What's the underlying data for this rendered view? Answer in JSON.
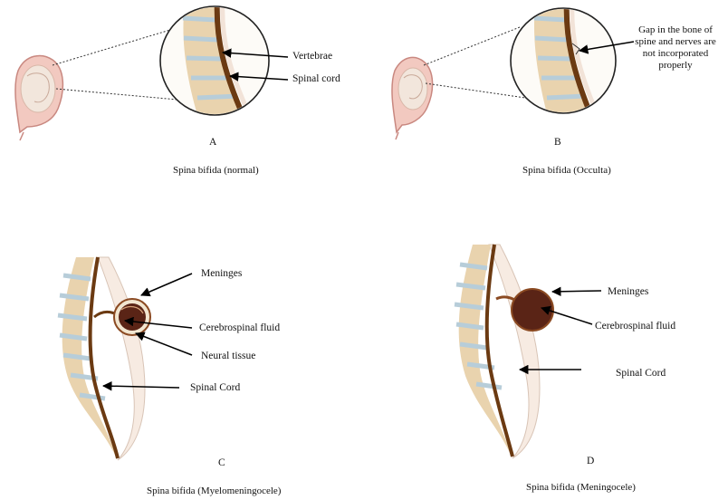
{
  "panels": {
    "a": {
      "letter": "A",
      "caption": "Spina bifida (normal)",
      "labels": {
        "vertebrae": "Vertebrae",
        "spinal_cord": "Spinal cord"
      }
    },
    "b": {
      "letter": "B",
      "caption": "Spina bifida (Occulta)",
      "labels": {
        "gap": "Gap in the bone of spine and nerves are not incorporated properly"
      }
    },
    "c": {
      "letter": "C",
      "caption": "Spina bifida (Myelomeningocele)",
      "labels": {
        "meninges": "Meninges",
        "csf": "Cerebrospinal fluid",
        "neural_tissue": "Neural tissue",
        "spinal_cord": "Spinal Cord"
      }
    },
    "d": {
      "letter": "D",
      "caption": "Spina bifida (Meningocele)",
      "labels": {
        "meninges": "Meninges",
        "csf": "Cerebrospinal fluid",
        "spinal_cord": "Spinal Cord"
      }
    }
  },
  "colors": {
    "skin": "#f2e3d8",
    "uterus": "#e3a09a",
    "bone": "#e9d3ae",
    "disc": "#b7cdd9",
    "cord": "#6b3a12",
    "sac": "#5a2416"
  }
}
